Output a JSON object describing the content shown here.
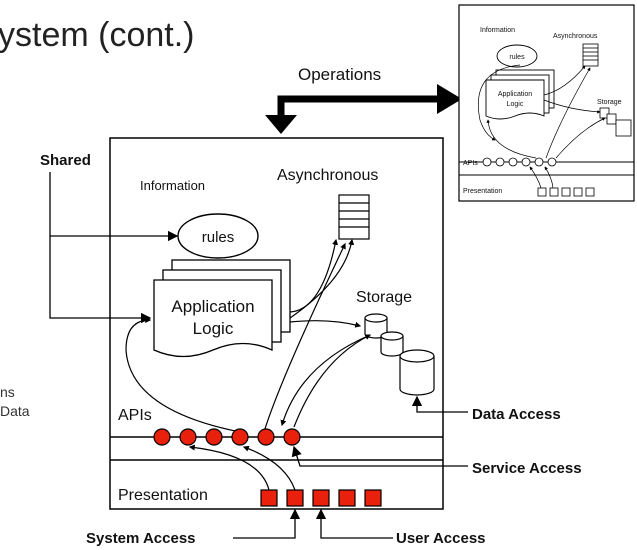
{
  "slide": {
    "title": "ystem (cont.)",
    "side_note_line1": "ns",
    "side_note_line2": "Data"
  },
  "diagram": {
    "operations_label": "Operations",
    "shared_label": "Shared",
    "information_label": "Information",
    "rules_label": "rules",
    "asynchronous_label": "Asynchronous",
    "app_logic_line1": "Application",
    "app_logic_line2": "Logic",
    "storage_label": "Storage",
    "apis_label": "APIs",
    "presentation_label": "Presentation",
    "data_access_label": "Data Access",
    "service_access_label": "Service Access",
    "system_access_label": "System Access",
    "user_access_label": "User Access"
  },
  "thumbnail": {
    "information_label": "Information",
    "rules_label": "rules",
    "asynchronous_label": "Asynchronous",
    "app_logic_line1": "Application",
    "app_logic_line2": "Logic",
    "storage_label": "Storage",
    "apis_label": "APIs",
    "presentation_label": "Presentation"
  },
  "colors": {
    "api_dot": "#e8200c",
    "line": "#000000"
  }
}
